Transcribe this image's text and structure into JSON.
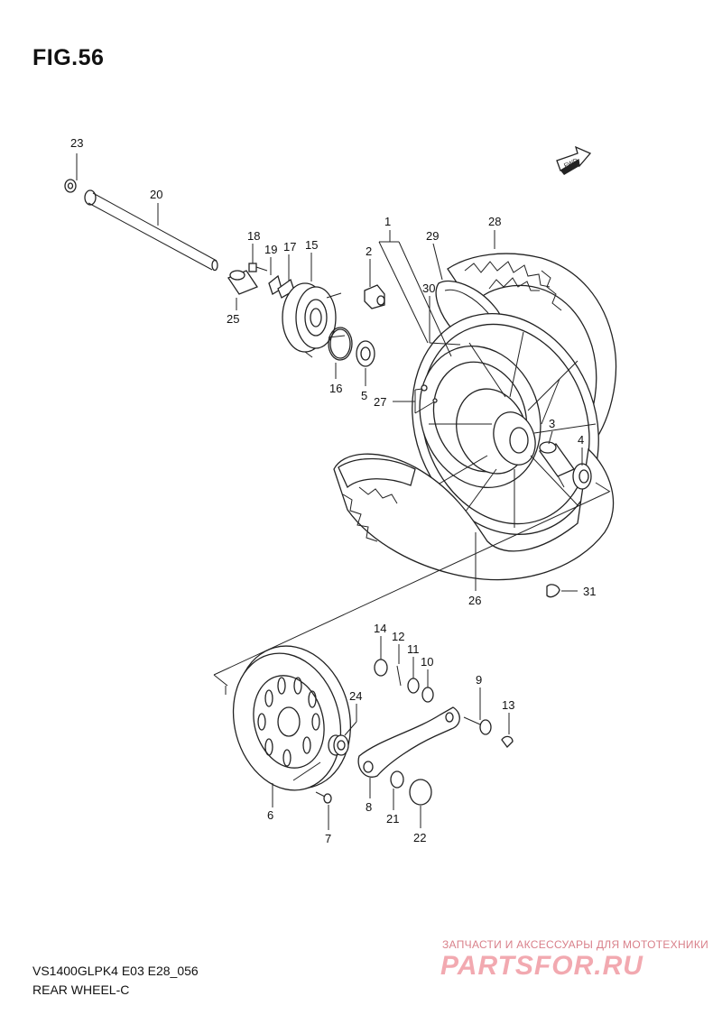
{
  "header": {
    "figure": "FIG.56"
  },
  "footer": {
    "model": "VS1400GLPK4 E03 E28_056",
    "section": "REAR WHEEL-C"
  },
  "watermark": {
    "tagline": "ЗАПЧАСТИ И АКСЕССУАРЫ ДЛЯ МОТОТЕХНИКИ",
    "logo": "PARTSFOR.RU"
  },
  "fwd_label": "FWD",
  "callouts": {
    "c1": "1",
    "c2": "2",
    "c3": "3",
    "c4": "4",
    "c5": "5",
    "c6": "6",
    "c7": "7",
    "c8": "8",
    "c9": "9",
    "c10": "10",
    "c11": "11",
    "c12": "12",
    "c13": "13",
    "c14": "14",
    "c15": "15",
    "c16": "16",
    "c17": "17",
    "c18": "18",
    "c19": "19",
    "c20": "20",
    "c21": "21",
    "c22": "22",
    "c23": "23",
    "c24": "24",
    "c25": "25",
    "c26": "26",
    "c27": "27",
    "c28": "28",
    "c29": "29",
    "c30": "30",
    "c31": "31"
  }
}
